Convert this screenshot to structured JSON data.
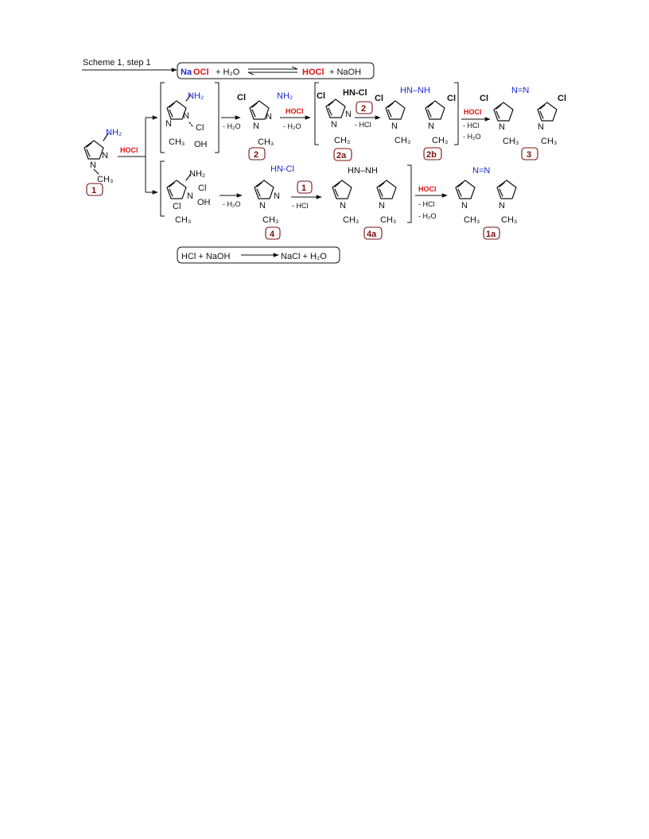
{
  "header": {
    "caption": "Scheme 1, step 1",
    "eq1": {
      "na": "Na",
      "ocl": "OCl",
      "plus_water": "+ H₂O",
      "hocl": "HOCl",
      "plus_naoh": "+ NaOH"
    },
    "eq2": {
      "left": "HCl + NaOH",
      "right": "NaCl + H₂O"
    }
  },
  "atoms": {
    "nh2": "NH₂",
    "n": "N",
    "nh": "HN",
    "ch3": "CH₃",
    "cl": "Cl",
    "oh": "OH",
    "nhn": "HN–NH",
    "nn": "N=N",
    "hncl": "HN-Cl"
  },
  "reagents": {
    "hocl": "HOCl",
    "minus_h2o": "- H₂O",
    "minus_hcl": "- HCl"
  },
  "compounds": {
    "c1": "1",
    "c2": "2",
    "c2a": "2a",
    "c2b": "2b",
    "c3": "3",
    "c4": "4",
    "c4a": "4a",
    "c1a": "1a"
  },
  "colors": {
    "oxidant_red": "#e01010",
    "nitrogen_blue": "#1a2ccf",
    "label_brown": "#7a1010"
  }
}
